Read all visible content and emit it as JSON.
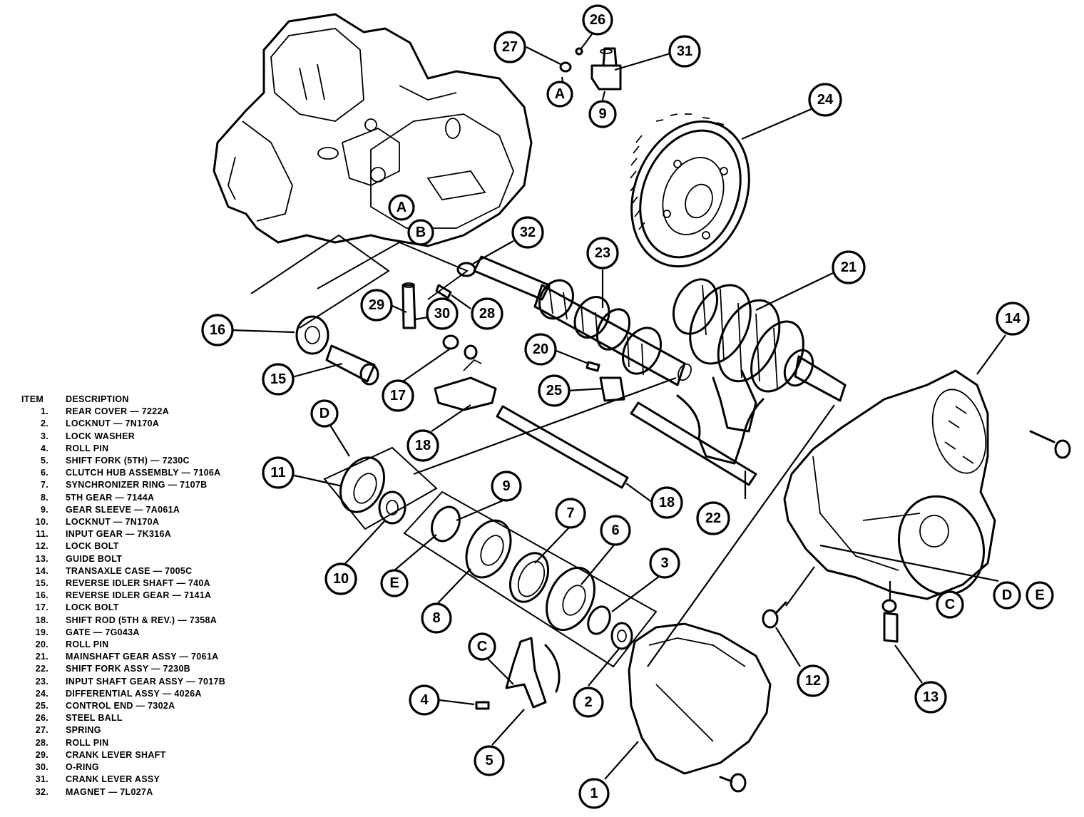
{
  "callouts": [
    {
      "label": "27"
    },
    {
      "label": "26"
    },
    {
      "label": "31"
    },
    {
      "label": "A"
    },
    {
      "label": "9"
    },
    {
      "label": "24"
    },
    {
      "label": "A"
    },
    {
      "label": "B"
    },
    {
      "label": "32"
    },
    {
      "label": "23"
    },
    {
      "label": "21"
    },
    {
      "label": "29"
    },
    {
      "label": "30"
    },
    {
      "label": "28"
    },
    {
      "label": "16"
    },
    {
      "label": "20"
    },
    {
      "label": "15"
    },
    {
      "label": "17"
    },
    {
      "label": "25"
    },
    {
      "label": "14"
    },
    {
      "label": "D"
    },
    {
      "label": "18"
    },
    {
      "label": "11"
    },
    {
      "label": "9"
    },
    {
      "label": "18"
    },
    {
      "label": "22"
    },
    {
      "label": "7"
    },
    {
      "label": "6"
    },
    {
      "label": "10"
    },
    {
      "label": "E"
    },
    {
      "label": "3"
    },
    {
      "label": "D"
    },
    {
      "label": "E"
    },
    {
      "label": "8"
    },
    {
      "label": "C"
    },
    {
      "label": "C"
    },
    {
      "label": "12"
    },
    {
      "label": "4"
    },
    {
      "label": "2"
    },
    {
      "label": "13"
    },
    {
      "label": "5"
    },
    {
      "label": "1"
    }
  ],
  "parts_list": {
    "header_item": "ITEM",
    "header_desc": "DESCRIPTION",
    "items": [
      {
        "num": "1.",
        "desc": "REAR COVER — 7222A"
      },
      {
        "num": "2.",
        "desc": "LOCKNUT — 7N170A"
      },
      {
        "num": "3.",
        "desc": "LOCK WASHER"
      },
      {
        "num": "4.",
        "desc": "ROLL PIN"
      },
      {
        "num": "5.",
        "desc": "SHIFT FORK (5TH) — 7230C"
      },
      {
        "num": "6.",
        "desc": "CLUTCH HUB ASSEMBLY — 7106A"
      },
      {
        "num": "7.",
        "desc": "SYNCHRONIZER RING — 7107B"
      },
      {
        "num": "8.",
        "desc": "5TH GEAR — 7144A"
      },
      {
        "num": "9.",
        "desc": "GEAR SLEEVE — 7A061A"
      },
      {
        "num": "10.",
        "desc": "LOCKNUT — 7N170A"
      },
      {
        "num": "11.",
        "desc": "INPUT GEAR — 7K316A"
      },
      {
        "num": "12.",
        "desc": "LOCK BOLT"
      },
      {
        "num": "13.",
        "desc": "GUIDE BOLT"
      },
      {
        "num": "14.",
        "desc": "TRANSAXLE CASE — 7005C"
      },
      {
        "num": "15.",
        "desc": "REVERSE IDLER SHAFT — 740A"
      },
      {
        "num": "16.",
        "desc": "REVERSE IDLER GEAR — 7141A"
      },
      {
        "num": "17.",
        "desc": "LOCK BOLT"
      },
      {
        "num": "18.",
        "desc": "SHIFT ROD (5TH & REV.) — 7358A"
      },
      {
        "num": "19.",
        "desc": "GATE — 7G043A"
      },
      {
        "num": "20.",
        "desc": "ROLL PIN"
      },
      {
        "num": "21.",
        "desc": "MAINSHAFT GEAR ASSY — 7061A"
      },
      {
        "num": "22.",
        "desc": "SHIFT FORK ASSY — 7230B"
      },
      {
        "num": "23.",
        "desc": "INPUT SHAFT GEAR ASSY — 7017B"
      },
      {
        "num": "24.",
        "desc": "DIFFERENTIAL ASSY — 4026A"
      },
      {
        "num": "25.",
        "desc": "CONTROL END — 7302A"
      },
      {
        "num": "26.",
        "desc": "STEEL BALL"
      },
      {
        "num": "27.",
        "desc": "SPRING"
      },
      {
        "num": "28.",
        "desc": "ROLL PIN"
      },
      {
        "num": "29.",
        "desc": "CRANK LEVER SHAFT"
      },
      {
        "num": "30.",
        "desc": "O-RING"
      },
      {
        "num": "31.",
        "desc": "CRANK LEVER ASSY"
      },
      {
        "num": "32.",
        "desc": "MAGNET — 7L027A"
      }
    ]
  }
}
